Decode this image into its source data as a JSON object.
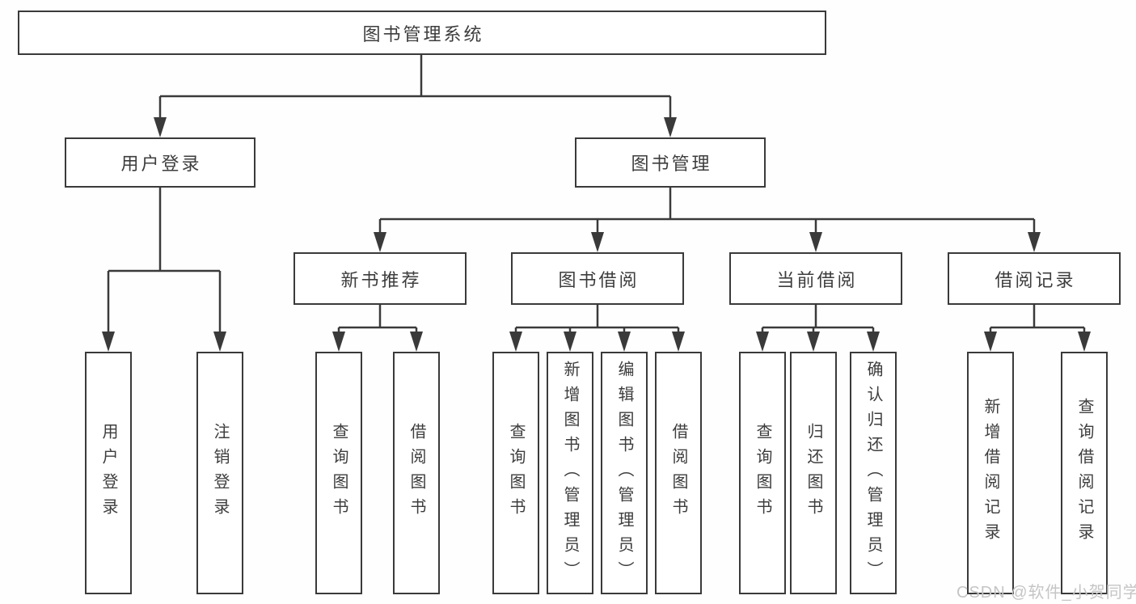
{
  "diagram": {
    "title": "图书管理系统",
    "root": "图书管理系统",
    "login": {
      "label": "用户登录",
      "children": [
        "用户登录",
        "注销登录"
      ]
    },
    "mgmt": {
      "label": "图书管理",
      "children": [
        {
          "label": "新书推荐",
          "children": [
            "查询图书",
            "借阅图书"
          ]
        },
        {
          "label": "图书借阅",
          "children": [
            "查询图书",
            "新增图书（管理员）",
            "编辑图书（管理员）",
            "借阅图书"
          ]
        },
        {
          "label": "当前借阅",
          "children": [
            "查询图书",
            "归还图书",
            "确认归还（管理员）"
          ]
        },
        {
          "label": "借阅记录",
          "children": [
            "新增借阅记录",
            "查询借阅记录"
          ]
        }
      ]
    },
    "colors": {
      "line": "#3a3a3a",
      "text": "#3d3d3d",
      "box_background": "#ffffff",
      "watermark": "#c5c5c5"
    },
    "watermark": "CSDN @软件_小贺同学"
  }
}
